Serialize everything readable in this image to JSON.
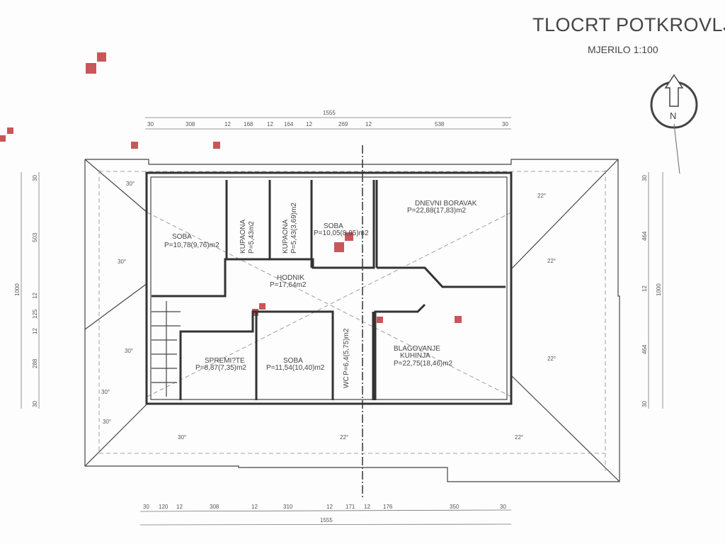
{
  "title": "TLOCRT POTKROVLJA",
  "scale": "MJERILO 1:100",
  "north_label": "N",
  "rooms": {
    "soba1": {
      "name": "SOBA",
      "area": "P=10,78(9,76)m2"
    },
    "kupaona1": {
      "name": "KUPAONA",
      "area": "P=5,43m2"
    },
    "kupaona2": {
      "name": "KUPAONA",
      "area": "P=5,43(3,69)m2"
    },
    "soba2": {
      "name": "SOBA",
      "area": "P=10,05(8,85)m2"
    },
    "dnevni": {
      "name": "DNEVNI BORAVAK",
      "area": "P=22,88(17,83)m2"
    },
    "hodnik": {
      "name": "HODNIK",
      "area": "P=17,64m2"
    },
    "spremiste": {
      "name": "SPREMI?TE",
      "area": "P=8,87(7,35)m2"
    },
    "soba3": {
      "name": "SOBA",
      "area": "P=11,54(10,40)m2"
    },
    "wc": {
      "name": "WC",
      "area": "P=6,4(5,75)m2"
    },
    "kuhinja": {
      "name1": "BLAGOVANJE",
      "name2": "KUHINJA",
      "area": "P=22,75(18,46)m2"
    }
  },
  "roof_pitches": [
    "30°",
    "30°",
    "30°",
    "30°",
    "30°",
    "30°",
    "22°",
    "22°",
    "22°",
    "22°",
    "22°"
  ],
  "dimensions": {
    "top_total": "1555",
    "top": [
      "30",
      "308",
      "12",
      "168",
      "12",
      "164",
      "12",
      "269",
      "12",
      "538",
      "30"
    ],
    "bottom_total": "1555",
    "bottom": [
      "30",
      "120",
      "12",
      "308",
      "12",
      "310",
      "12",
      "171",
      "12",
      "176",
      "350",
      "30"
    ],
    "left_total": "1000",
    "left": [
      "30",
      "503",
      "12",
      "125",
      "12",
      "288",
      "30"
    ],
    "right_total": "1000",
    "right": [
      "30",
      "464",
      "12",
      "464",
      "30"
    ]
  }
}
